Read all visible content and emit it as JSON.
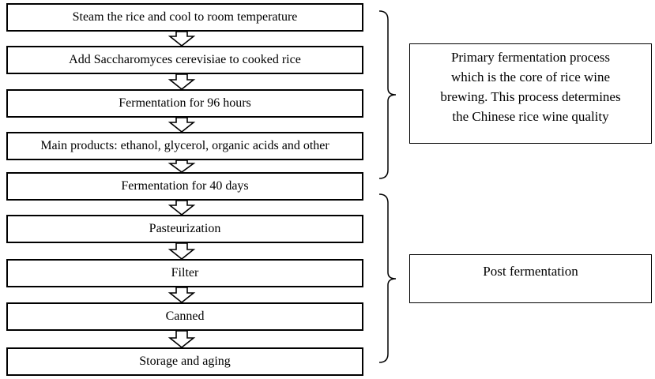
{
  "steps": [
    "Steam the rice and cool to room temperature",
    "Add Saccharomyces cerevisiae to cooked rice",
    "Fermentation for 96 hours",
    "Main products: ethanol, glycerol, organic acids and other",
    "Fermentation for 40 days",
    "Pasteurization",
    "Filter",
    "Canned",
    "Storage and aging"
  ],
  "primary_note": {
    "lines": [
      "Primary fermentation process",
      "which is the core of rice wine",
      "brewing. This process determines",
      "the Chinese rice wine quality"
    ]
  },
  "post_note": {
    "label": "Post fermentation"
  }
}
